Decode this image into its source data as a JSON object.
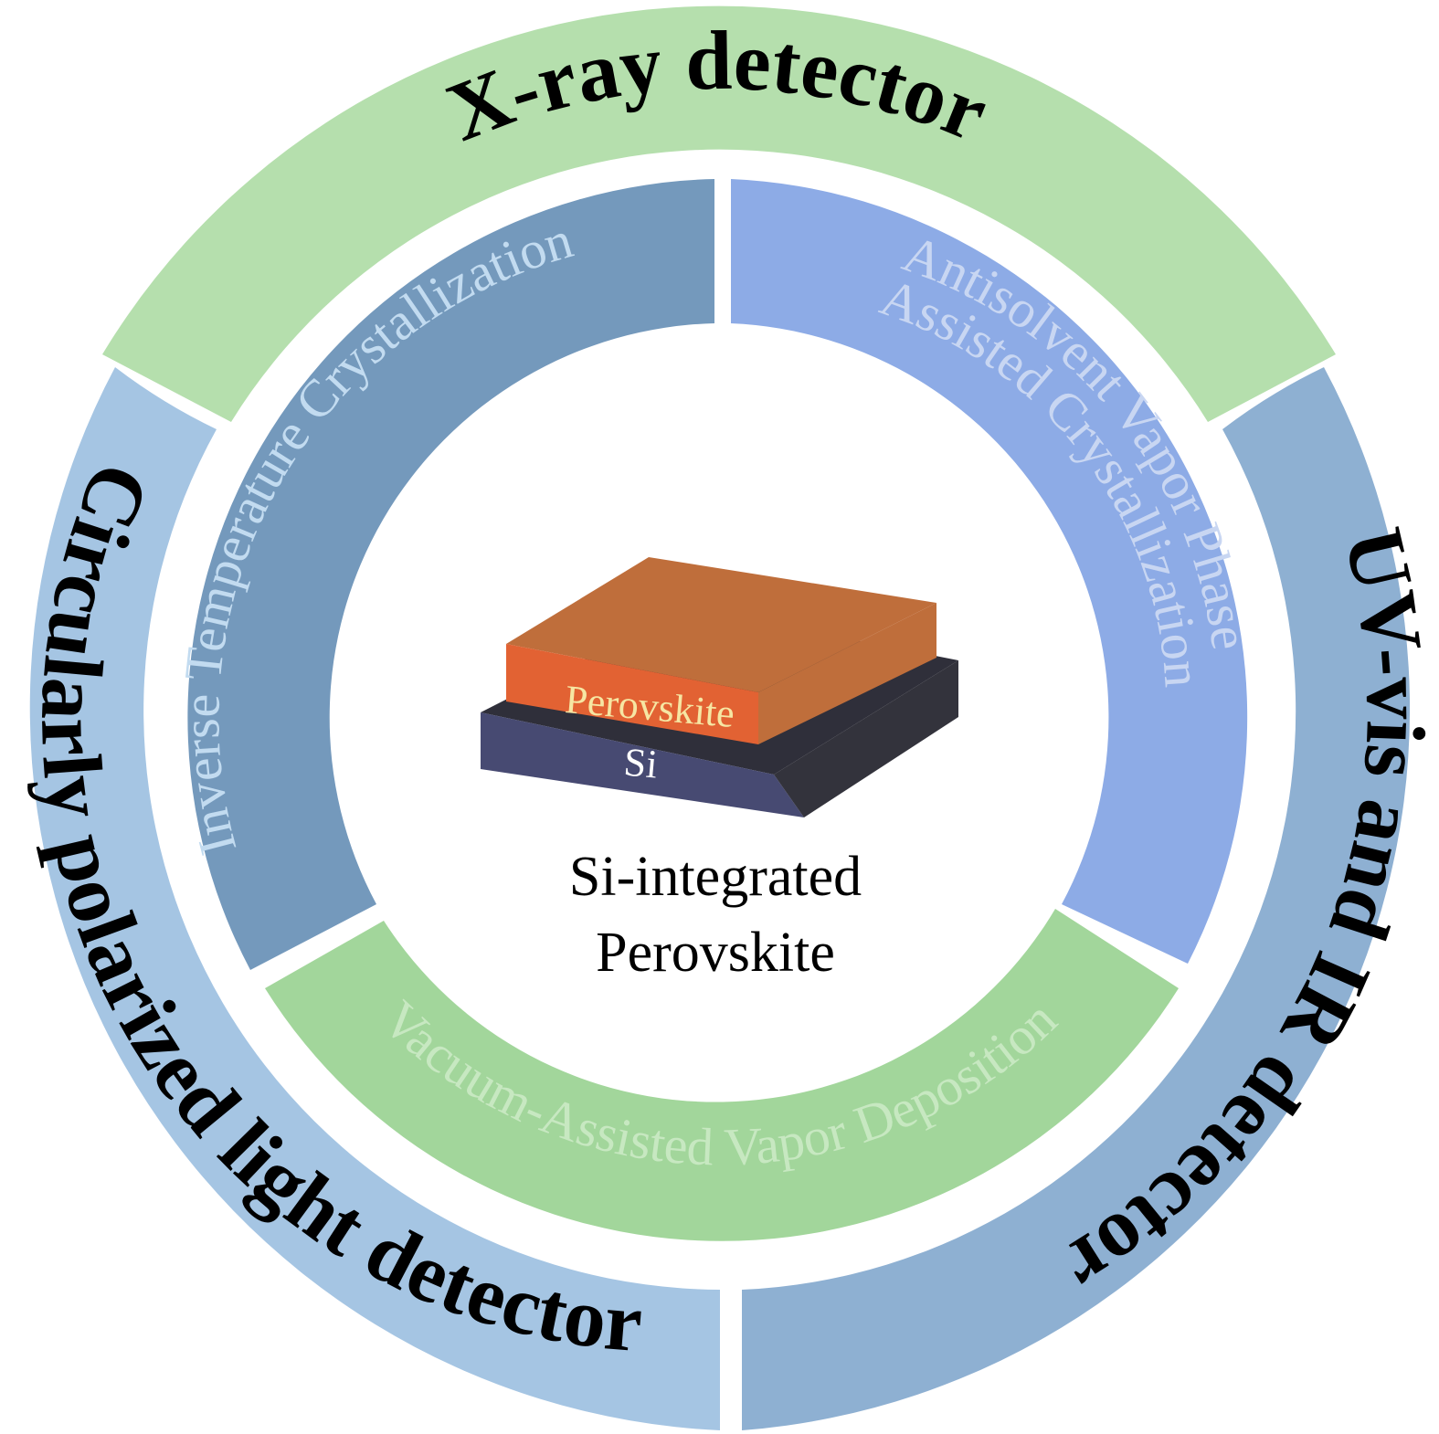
{
  "outer_ring": [
    {
      "label": "X-ray detector",
      "color": "#b5dfad"
    },
    {
      "label": "UV-vis and IR detector",
      "color": "#8eb0d2"
    },
    {
      "label": "Circularly polarized light detector",
      "color": "#a5c5e3"
    }
  ],
  "inner_ring": [
    {
      "label": "Inverse Temperature Crystallization",
      "color": "#7499bc",
      "text_color": "#c2dbf0"
    },
    {
      "label_line1": "Antisolvent Vapor Phase",
      "label_line2": "Assisted Crystallization",
      "color": "#8dabe6",
      "text_color": "#c8d6f2"
    },
    {
      "label": "Vacuum-Assisted Vapor Deposition",
      "color": "#a2d69b",
      "text_color": "#c7e8c1"
    }
  ],
  "center": {
    "line1": "Si-integrated",
    "line2": "Perovskite",
    "layer_top_label": "Perovskite",
    "layer_bottom_label": "Si",
    "colors": {
      "perovskite_top": "#bf6e3b",
      "perovskite_front": "#e26233",
      "perovskite_label": "#f6e6a3",
      "si_top": "#2f2f3a",
      "si_front": "#474a72",
      "si_side": "#33333c",
      "si_label": "#ffffff"
    }
  }
}
